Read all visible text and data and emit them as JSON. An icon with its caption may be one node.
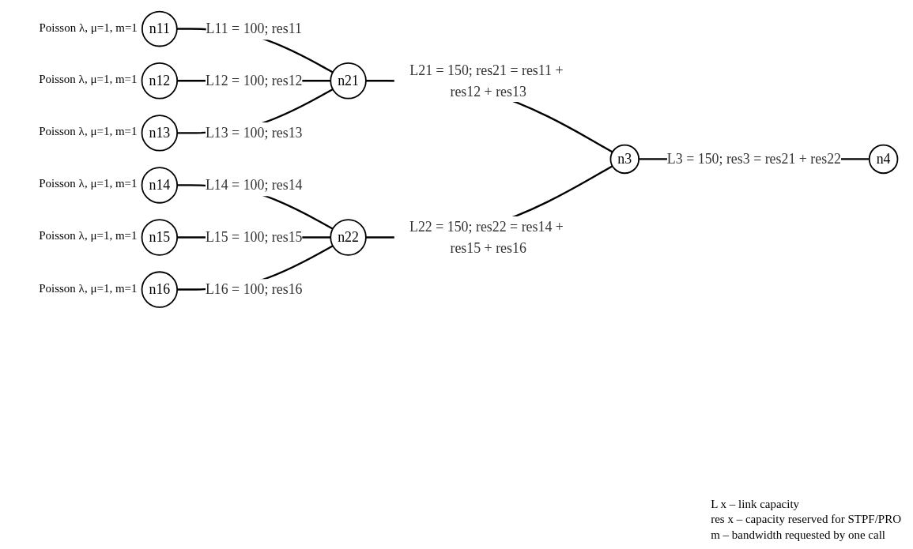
{
  "diagram": {
    "nodes": [
      {
        "text": [
          "n11"
        ],
        "beside": [
          "Poisson λ, μ=1, m=1"
        ]
      },
      {
        "text": [
          "n12"
        ],
        "beside": [
          "Poisson λ, μ=1, m=1"
        ]
      },
      {
        "text": [
          "n13"
        ],
        "beside": [
          "Poisson λ, μ=1, m=1"
        ]
      },
      {
        "text": [
          "n14"
        ],
        "beside": [
          "Poisson λ, μ=1, m=1"
        ]
      },
      {
        "text": [
          "n15"
        ],
        "beside": [
          "Poisson λ, μ=1, m=1"
        ]
      },
      {
        "text": [
          "n16"
        ],
        "beside": [
          "Poisson λ, μ=1, m=1"
        ]
      },
      {
        "text": [
          "n21"
        ]
      },
      {
        "text": [
          "n22"
        ]
      },
      {
        "text": [
          "n3"
        ]
      },
      {
        "text": [
          "n4"
        ]
      }
    ],
    "edges": [
      {
        "from": 0,
        "to": 6,
        "arrow": "none",
        "label": "L11 = 100; res11"
      },
      {
        "from": 1,
        "to": 6,
        "arrow": "none",
        "label": "L12 = 100; res12"
      },
      {
        "from": 2,
        "to": 6,
        "arrow": "none",
        "label": "L13 = 100; res13"
      },
      {
        "from": 3,
        "to": 7,
        "arrow": "none",
        "label": "L14 = 100; res14"
      },
      {
        "from": 4,
        "to": 7,
        "arrow": "none",
        "label": "L15 = 100; res15"
      },
      {
        "from": 5,
        "to": 7,
        "arrow": "none",
        "label": "L16 = 100; res16"
      },
      {
        "from": 6,
        "to": 8,
        "arrow": "none",
        "label": "L21 = 150; res21 = res11 + res12 + res13"
      },
      {
        "from": 7,
        "to": 8,
        "arrow": "none",
        "label": "L22 = 150; res22 = res14 + res15 + res16"
      },
      {
        "from": 8,
        "to": 9,
        "arrow": "none",
        "label": "L3 = 150; res3 = res21 + res22"
      }
    ],
    "labels": [
      "L x – link capacity",
      "res x – capacity reserved for STPF/PRO",
      "m – bandwidth requested by one call"
    ]
  }
}
